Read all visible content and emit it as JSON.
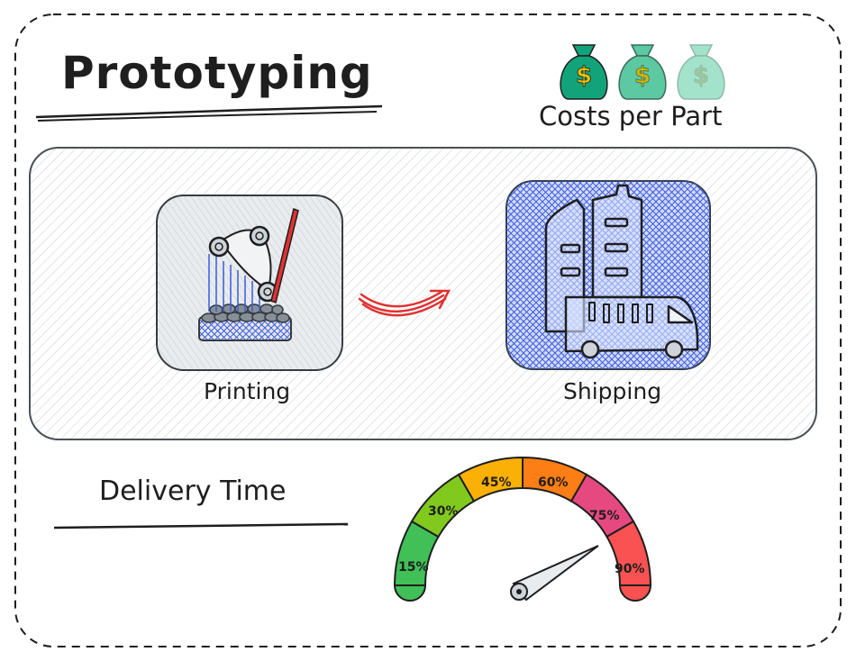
{
  "header": {
    "title": "Prototyping"
  },
  "costs": {
    "label": "Costs per Part",
    "bag_symbol": "$",
    "bag_count": 3,
    "bag_colors": [
      "#12a37a",
      "#5cc9a3",
      "#a3e3cc"
    ]
  },
  "process": {
    "steps": [
      {
        "label": "Printing",
        "icon": "3d-printer-icon"
      },
      {
        "label": "Shipping",
        "icon": "delivery-truck-icon"
      }
    ],
    "arrow_icon": "arrow-right-icon"
  },
  "delivery": {
    "label": "Delivery Time",
    "gauge": {
      "ticks": [
        "15%",
        "30%",
        "45%",
        "60%",
        "75%",
        "90%"
      ],
      "segment_colors": [
        "#40c057",
        "#82c91e",
        "#fab005",
        "#fd7e14",
        "#e64980",
        "#fa5252"
      ],
      "needle_icon": "gauge-needle-icon"
    }
  },
  "colors": {
    "accent_red": "#e03131",
    "blue_fill": "#4263eb",
    "panel_gray": "#868e96"
  }
}
